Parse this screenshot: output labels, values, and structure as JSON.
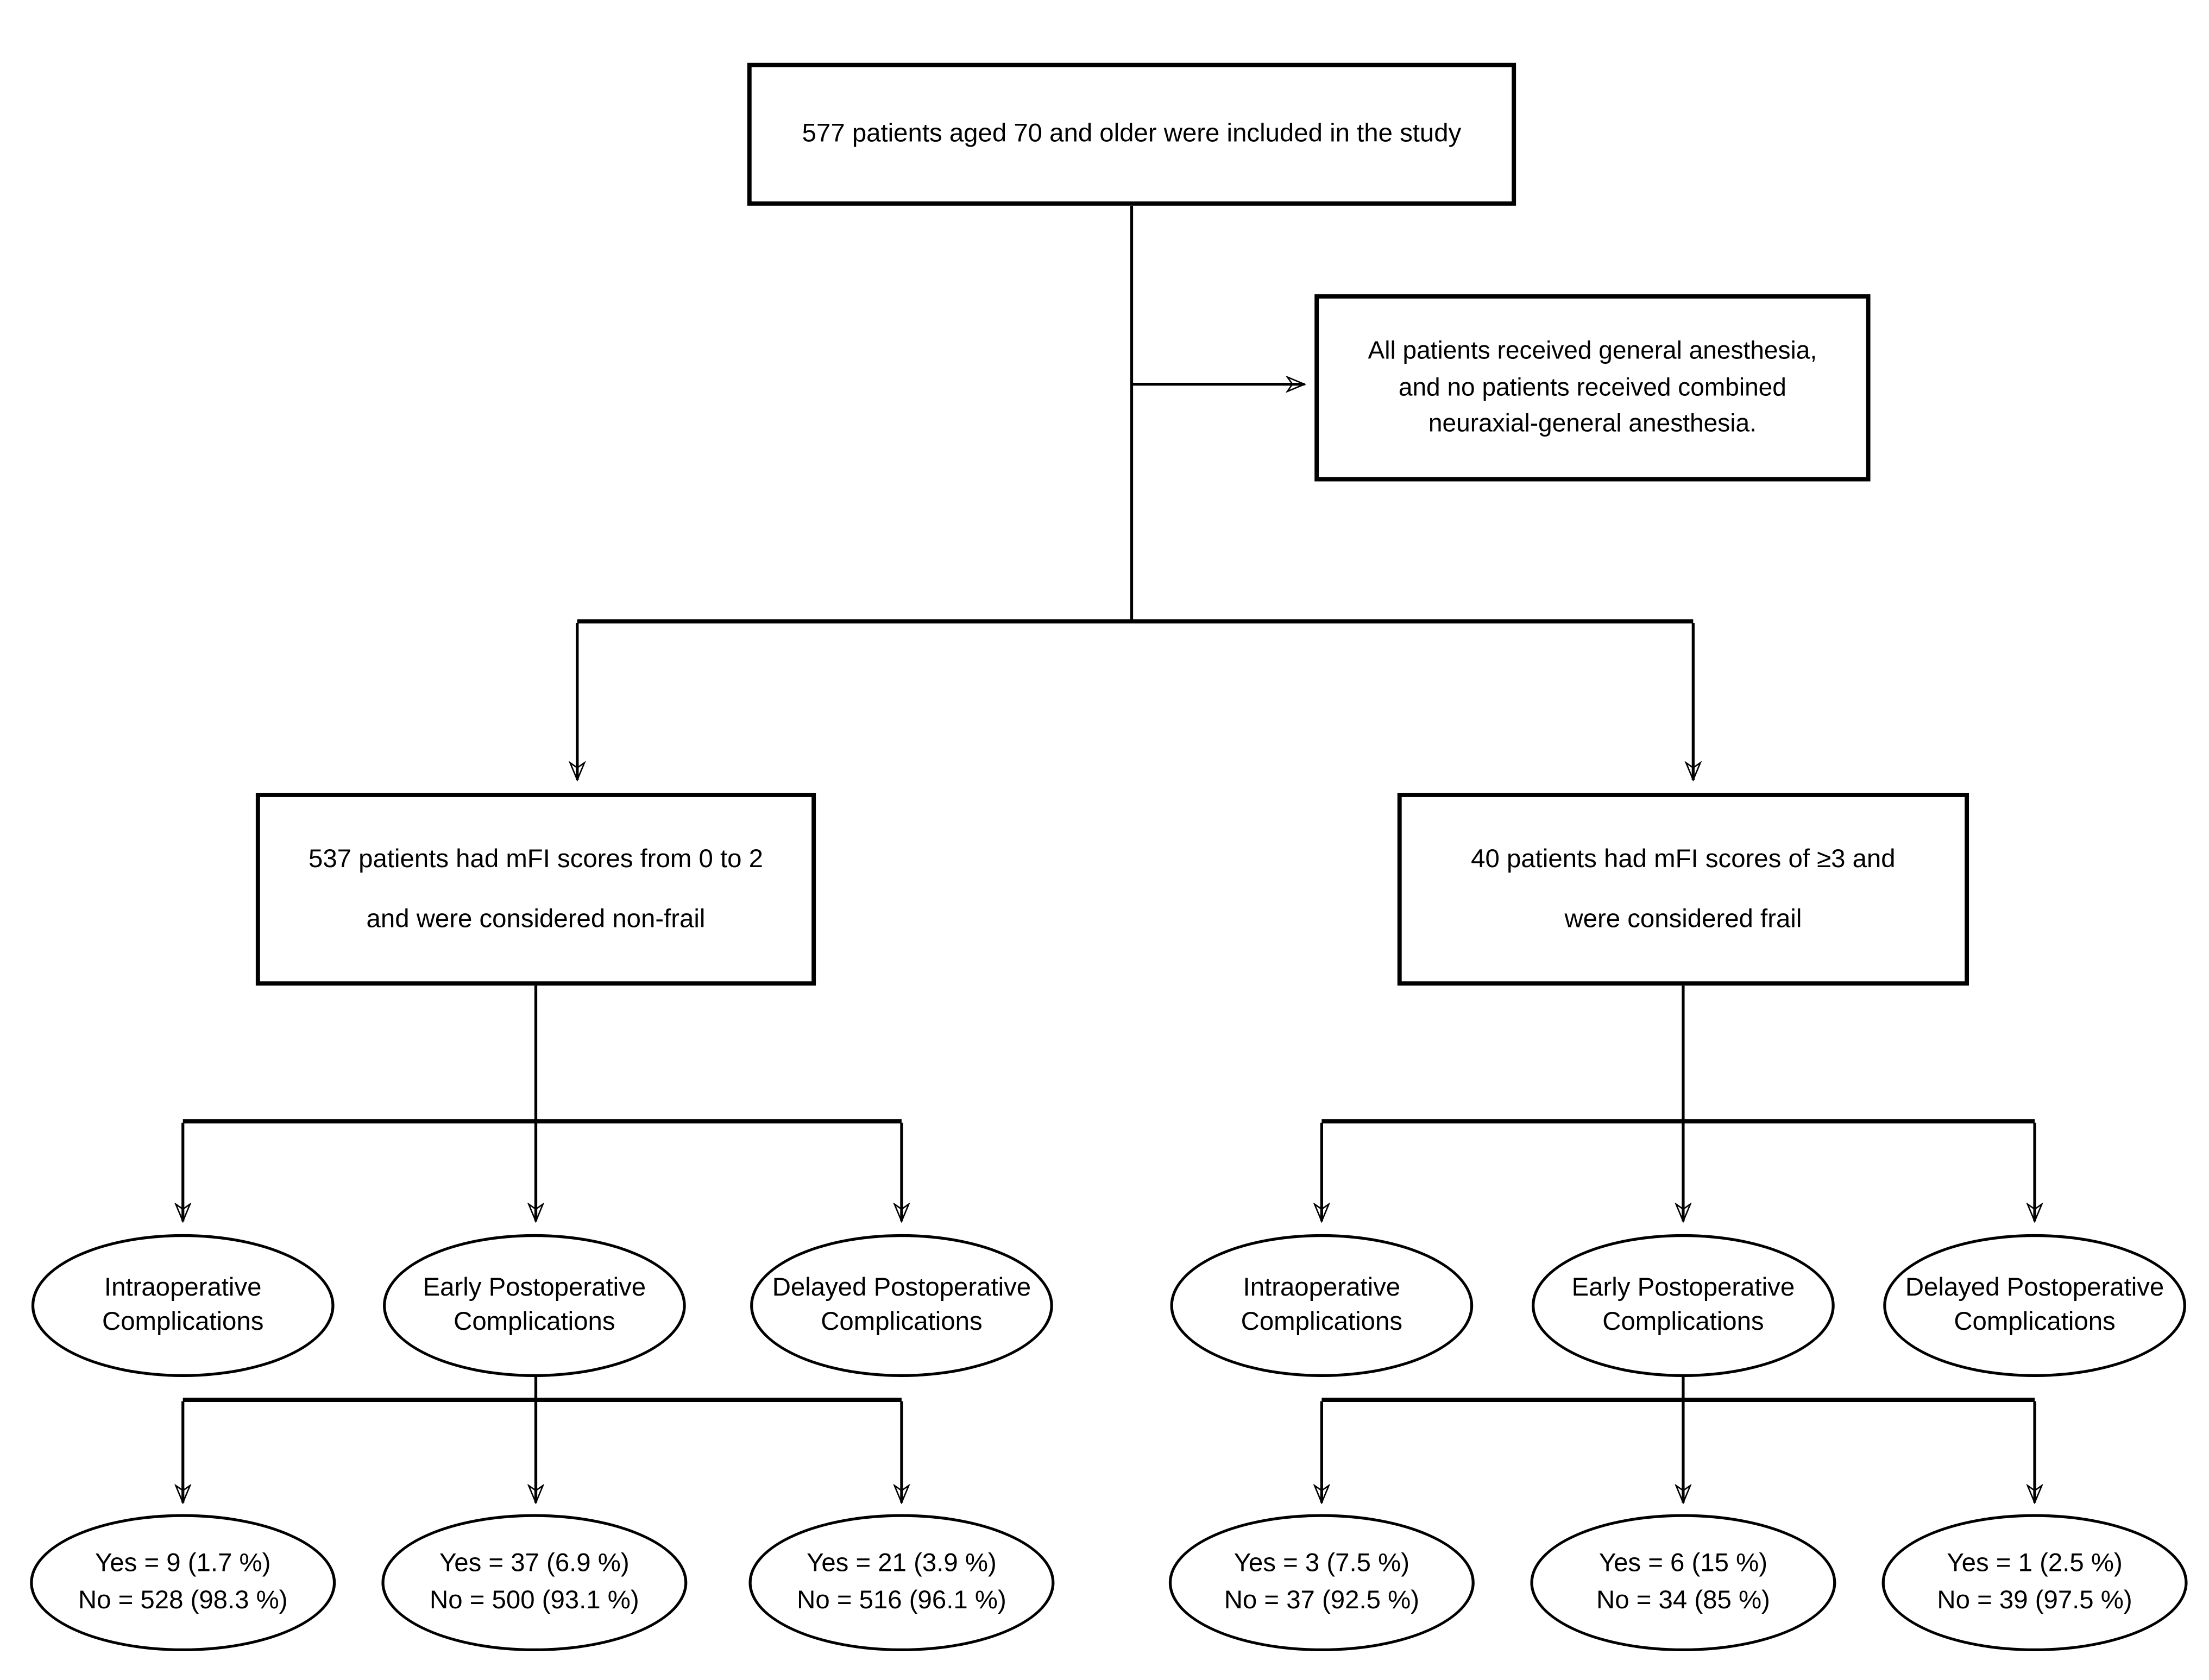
{
  "page": {
    "background_color": "#ffffff",
    "ink_color": "#000000"
  },
  "flowchart": {
    "top_box": {
      "text": "577 patients aged 70 and older were included in the study"
    },
    "note_box": {
      "lines": [
        "All patients received general anesthesia,",
        "and no patients received combined",
        "neuraxial-general anesthesia."
      ]
    },
    "branches": [
      {
        "id": "non-frail",
        "box_lines": [
          "537 patients had mFI scores from 0 to 2",
          "and were considered non-frail"
        ],
        "categories": [
          {
            "label_lines": [
              "Intraoperative",
              "Complications"
            ],
            "result_lines": [
              "Yes = 9 (1.7 %)",
              "No = 528 (98.3 %)"
            ]
          },
          {
            "label_lines": [
              "Early Postoperative",
              "Complications"
            ],
            "result_lines": [
              "Yes = 37 (6.9 %)",
              "No = 500 (93.1 %)"
            ]
          },
          {
            "label_lines": [
              "Delayed Postoperative",
              "Complications"
            ],
            "result_lines": [
              "Yes = 21 (3.9 %)",
              "No = 516 (96.1 %)"
            ]
          }
        ]
      },
      {
        "id": "frail",
        "box_lines": [
          "40 patients had mFI scores of ≥3 and",
          "were considered frail"
        ],
        "categories": [
          {
            "label_lines": [
              "Intraoperative",
              "Complications"
            ],
            "result_lines": [
              "Yes = 3 (7.5 %)",
              "No = 37 (92.5 %)"
            ]
          },
          {
            "label_lines": [
              "Early Postoperative",
              "Complications"
            ],
            "result_lines": [
              "Yes = 6 (15 %)",
              "No = 34 (85 %)"
            ]
          },
          {
            "label_lines": [
              "Delayed Postoperative",
              "Complications"
            ],
            "result_lines": [
              "Yes = 1 (2.5 %)",
              "No = 39 (97.5 %)"
            ]
          }
        ]
      }
    ]
  }
}
